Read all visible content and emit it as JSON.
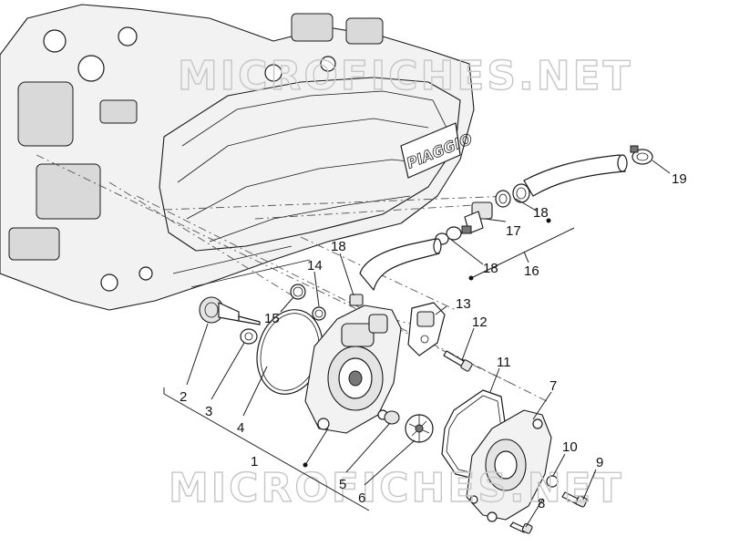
{
  "watermark": {
    "top": "MICROFICHES.NET",
    "bottom": "MICROFICHES.NET"
  },
  "cover_logo": "PIAGGIO",
  "callouts": {
    "c1": "1",
    "c2": "2",
    "c3": "3",
    "c4": "4",
    "c5": "5",
    "c6": "6",
    "c7": "7",
    "c8": "8",
    "c9": "9",
    "c10": "10",
    "c11": "11",
    "c12": "12",
    "c13": "13",
    "c14": "14",
    "c15": "15",
    "c16": "16",
    "c17": "17",
    "c18a": "18",
    "c18b": "18",
    "c18c": "18",
    "c19": "19"
  },
  "colors": {
    "line": "#1a1a1a",
    "watermark": "#c7c7c7",
    "background": "#ffffff"
  }
}
